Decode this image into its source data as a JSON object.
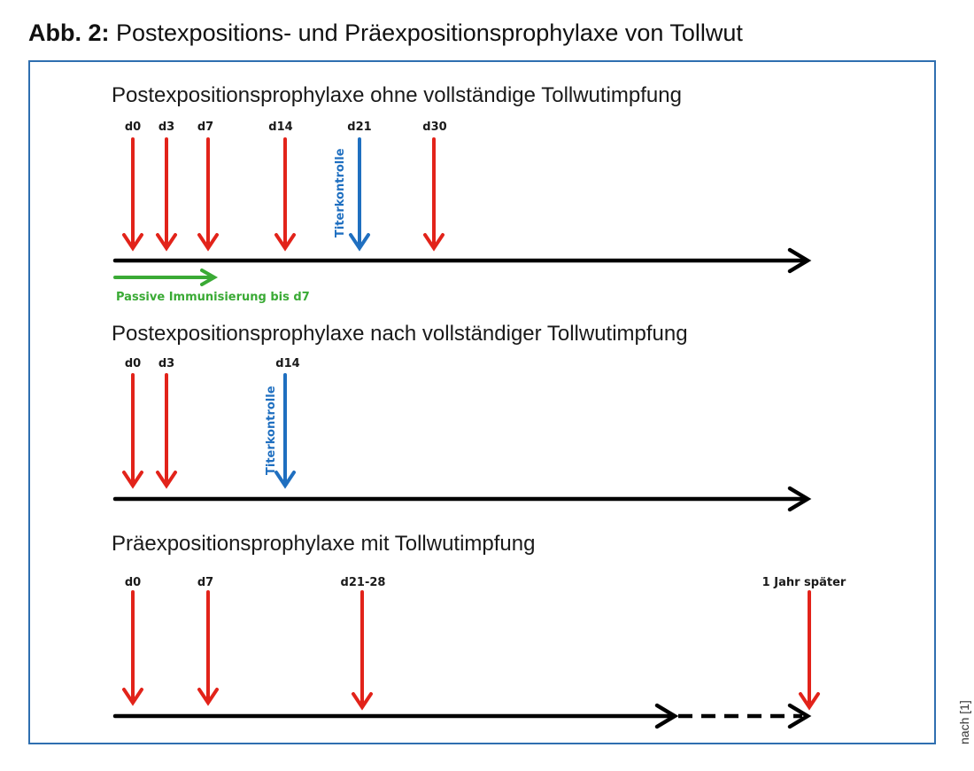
{
  "figure": {
    "label": "Abb. 2:",
    "title": "Postexpositions- und Präexpositionsprophylaxe von Tollwut",
    "source": "nach [1]"
  },
  "colors": {
    "dose": "#e2231a",
    "titer": "#1f6fc0",
    "passive": "#3aaa35",
    "axis": "#000000",
    "frame": "#2f6fb0"
  },
  "sections": [
    {
      "heading": "Postexpositionsprophylaxe ohne vollständige Tollwutimpfung",
      "events": [
        {
          "label": "d0",
          "kind": "dose"
        },
        {
          "label": "d3",
          "kind": "dose"
        },
        {
          "label": "d7",
          "kind": "dose"
        },
        {
          "label": "d14",
          "kind": "dose"
        },
        {
          "label": "d21",
          "kind": "titer",
          "note": "Titerkontrolle"
        },
        {
          "label": "d30",
          "kind": "dose"
        }
      ],
      "passive": "Passive Immunisierung bis d7"
    },
    {
      "heading": "Postexpositionsprophylaxe nach vollständiger Tollwutimpfung",
      "events": [
        {
          "label": "d0",
          "kind": "dose"
        },
        {
          "label": "d3",
          "kind": "dose"
        },
        {
          "label": "d14",
          "kind": "titer",
          "note": "Titerkontrolle"
        }
      ]
    },
    {
      "heading": "Präexpositionsprophylaxe mit Tollwutimpfung",
      "events": [
        {
          "label": "d0",
          "kind": "dose"
        },
        {
          "label": "d7",
          "kind": "dose"
        },
        {
          "label": "d21-28",
          "kind": "dose"
        },
        {
          "label": "1 Jahr später",
          "kind": "dose"
        }
      ]
    }
  ]
}
